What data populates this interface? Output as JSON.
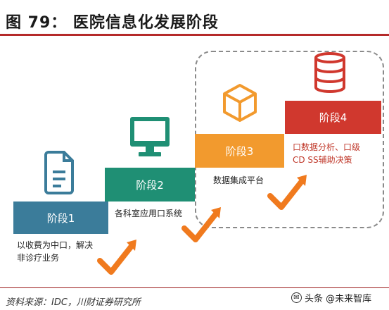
{
  "title": "图 79： 医院信息化发展阶段",
  "stages": [
    {
      "label": "阶段1",
      "description_lines": [
        "以收费为中口，解决",
        "非诊疗业务"
      ],
      "color": "#3b7c9a",
      "icon": "document-icon"
    },
    {
      "label": "阶段2",
      "description_lines": [
        "各科室应用口系统"
      ],
      "color": "#1f8f74",
      "icon": "monitor-icon"
    },
    {
      "label": "阶段3",
      "description_lines": [
        "数据集成平台"
      ],
      "color": "#f29a2e",
      "icon": "cube-icon"
    },
    {
      "label": "阶段4",
      "description_lines": [
        "口数据分析、口级",
        "CD SS辅助决策"
      ],
      "color": "#d0382e",
      "icon": "database-icon"
    }
  ],
  "arrow_color": "#f07a1e",
  "source": "资料来源：IDC，川财证券研究所",
  "watermark": {
    "text": "头条 @未来智库",
    "logo_glyph": "✉"
  }
}
